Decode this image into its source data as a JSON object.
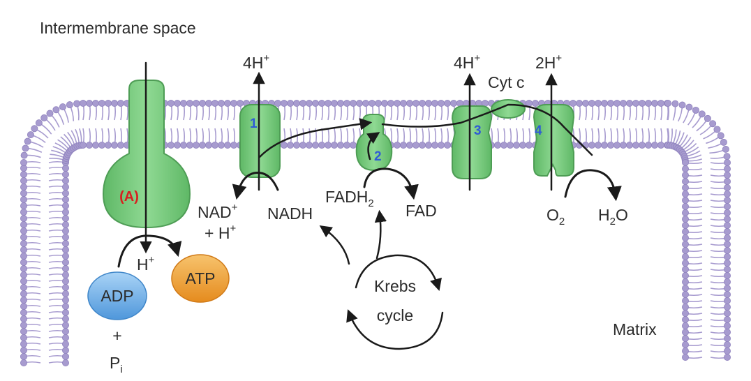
{
  "labels": {
    "intermembrane_space": "Intermembrane space",
    "matrix": "Matrix",
    "cyt_c": "Cyt c",
    "krebs_line1": "Krebs",
    "krebs_line2": "cycle",
    "atp_synthase": "(A)",
    "nad": "NAD",
    "nad_sup": "+",
    "h_plus_nad": "+ H",
    "h_plus_nad_sup": "+",
    "nadh": "NADH",
    "fadh": "FADH",
    "fadh_sub": "2",
    "fad": "FAD",
    "o2": "O",
    "o2_sub": "2",
    "h2o_h": "H",
    "h2o_sub": "2",
    "h2o_o": "O",
    "proton_1_coef": "4H",
    "proton_1_sup": "+",
    "proton_3_coef": "4H",
    "proton_3_sup": "+",
    "proton_4_coef": "2H",
    "proton_4_sup": "+",
    "h_synthase": "H",
    "h_synthase_sup": "+",
    "adp": "ADP",
    "atp": "ATP",
    "plus": "+",
    "pi": "P",
    "pi_sub": "i"
  },
  "complexes": {
    "c1": "1",
    "c2": "2",
    "c3": "3",
    "c4": "4"
  },
  "colors": {
    "membrane": "#a79bcf",
    "protein": "#74c87a",
    "protein_stroke": "#4e9d55",
    "adp": "#6aaee8",
    "atp": "#f0a23a",
    "number": "#2f5bd6",
    "label_red": "#d81f1f"
  }
}
